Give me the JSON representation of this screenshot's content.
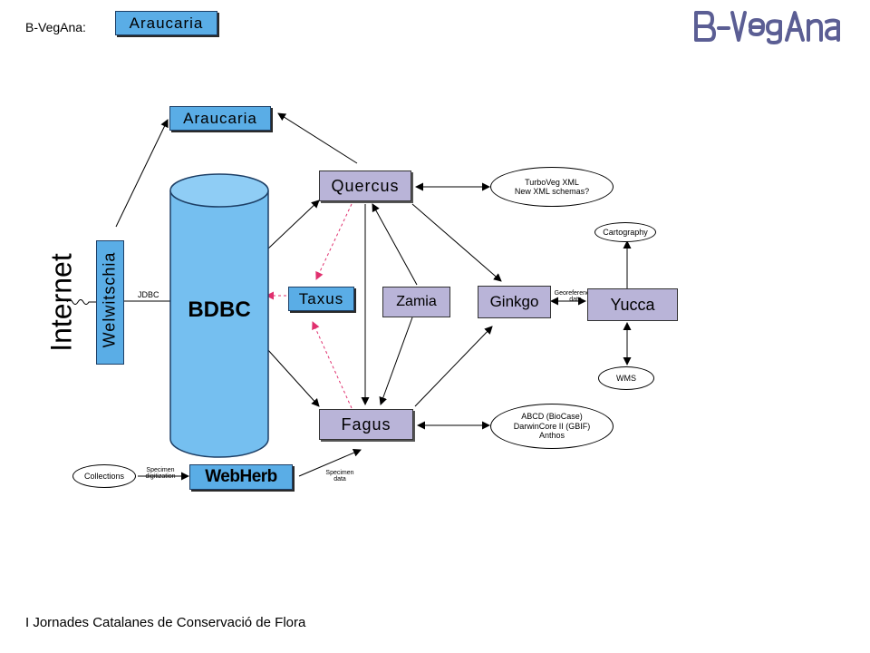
{
  "header": {
    "label": "B-VegAna:",
    "badge": "Araucaria",
    "logo": "B-VegAna"
  },
  "footer": {
    "text": "I Jornades Catalanes de Conservació de Flora"
  },
  "diagram": {
    "internet": "Internet",
    "welwitschia": "Welwitschia",
    "jdbc": "JDBC",
    "bdbc": "BDBC",
    "araucaria": "Araucaria",
    "quercus": "Quercus",
    "taxus": "Taxus",
    "zamia": "Zamia",
    "ginkgo": "Ginkgo",
    "yucca": "Yucca",
    "fagus": "Fagus",
    "webherb": "WebHerb",
    "turboveg_line1": "TurboVeg XML",
    "turboveg_line2": "New XML schemas?",
    "cartography": "Cartography",
    "wms": "WMS",
    "georef_line1": "Georeferenced",
    "georef_line2": "data",
    "abcd_line1": "ABCD (BioCase)",
    "abcd_line2": "DarwinCore II (GBIF)",
    "abcd_line3": "Anthos",
    "collections": "Collections",
    "specimen_digit_line1": "Specimen",
    "specimen_digit_line2": "digitization",
    "specimen_data_line1": "Specimen",
    "specimen_data_line2": "data"
  },
  "colors": {
    "blue_box": "#5aade6",
    "lilac_box": "#b9b4d8",
    "cylinder": "#75bff0",
    "dashed_arrow": "#e0306e"
  }
}
